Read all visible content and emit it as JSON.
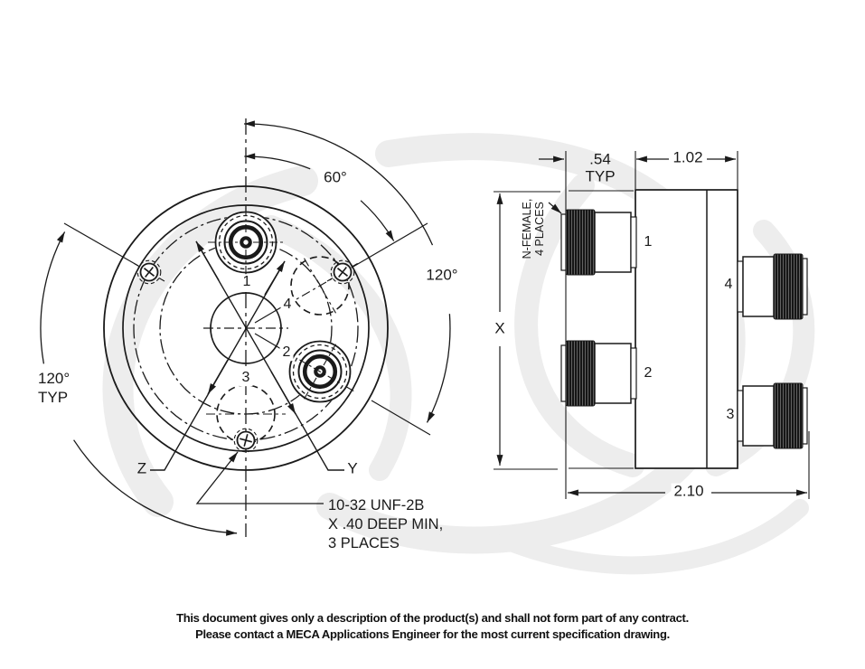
{
  "drawing": {
    "type": "engineering-outline-drawing",
    "colors": {
      "line": "#1a1a1a",
      "watermark": "#ededed"
    }
  },
  "front_view": {
    "port_labels": {
      "p1": "1",
      "p2": "2",
      "p3": "3",
      "p4": "4"
    },
    "axis_labels": {
      "z": "Z",
      "y": "Y"
    },
    "dims": {
      "angle_top": "60°",
      "angle_right": "120°",
      "angle_left_line1": "120°",
      "angle_left_line2": "TYP"
    },
    "thread_note": {
      "line1": "10-32 UNF-2B",
      "line2": "X .40 DEEP MIN,",
      "line3": "3 PLACES"
    }
  },
  "side_view": {
    "port_labels": {
      "p1": "1",
      "p2": "2",
      "p3": "3",
      "p4": "4"
    },
    "dims": {
      "connector_depth": ".54",
      "connector_depth_qualifier": "TYP",
      "body_depth": "1.02",
      "height": "X",
      "overall_width": "2.10"
    },
    "connector_note": {
      "line1": "N-FEMALE,",
      "line2": "4 PLACES"
    }
  },
  "footer": {
    "line1": "This document gives only a description of the product(s) and shall not form part of any contract.",
    "line2": "Please contact a MECA Applications Engineer for the most current specification drawing."
  }
}
